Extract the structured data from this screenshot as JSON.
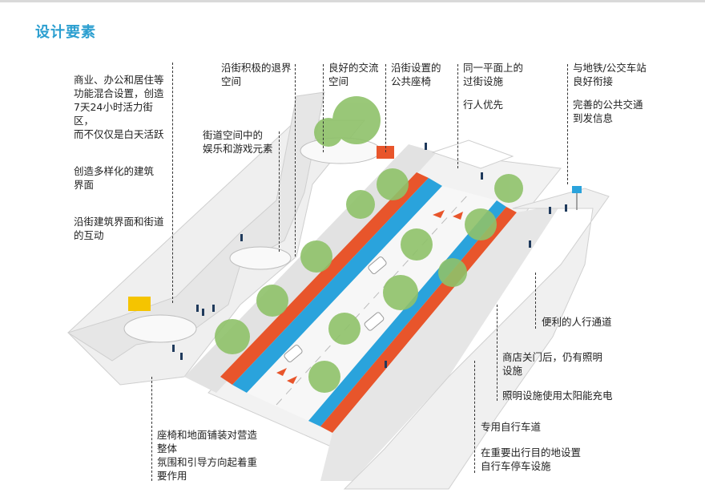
{
  "header": {
    "title": "设计要素"
  },
  "annotations": {
    "left_block": [
      "商业、办公和居住等\n功能混合设置，创造\n7天24小时活力街\n区，\n而不仅仅是白天活跃",
      "创造多样化的建筑\n界面",
      "沿街建筑界面和街道\n的互动"
    ],
    "setback": "沿街积极的退界\n空间",
    "entertainment": "街道空间中的\n娱乐和游戏元素",
    "circulation": "良好的交流\n空间",
    "seating": "沿街设置的\n公共座椅",
    "crossing": "同一平面上的\n过街设施",
    "pedestrian_priority": "行人优先",
    "transit_link": "与地铁/公交车站\n良好衔接",
    "transit_info": "完善的公共交通\n到发信息",
    "walkway": "便利的人行通道",
    "night_lighting": "商店关门后，仍有照明\n设施",
    "solar_lighting": "照明设施使用太阳能充电",
    "bike_lane": "专用自行车道",
    "bike_parking": "在重要出行目的地设置\n自行车停车设施",
    "paving": "座椅和地面铺装对营造\n整体\n氛围和引导方向起着重\n要作用"
  },
  "colors": {
    "title": "#2c9fd0",
    "bike_lane_orange": "#e8552b",
    "bus_lane_blue": "#2aa3dc",
    "tree_green": "#8fc26a",
    "accent_yellow": "#f5c400",
    "ground": "#eeeeee"
  }
}
